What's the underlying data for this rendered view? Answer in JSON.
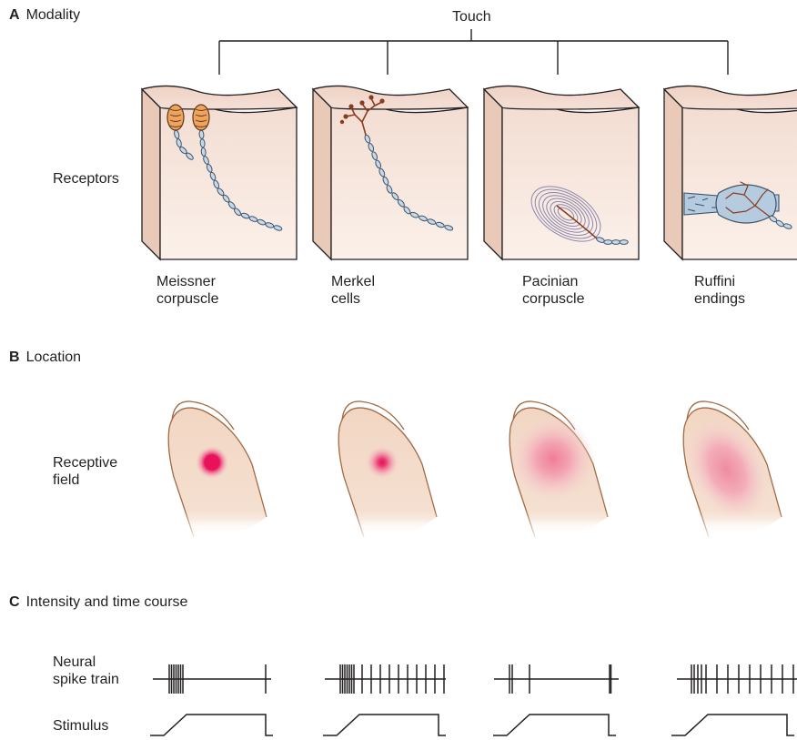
{
  "sections": [
    {
      "letter": "A",
      "title": "Modality"
    },
    {
      "letter": "B",
      "title": "Location"
    },
    {
      "letter": "C",
      "title": "Intensity and time course"
    }
  ],
  "modality": "Touch",
  "row_labels": {
    "receptors": "Receptors",
    "receptive_field": [
      "Receptive",
      "field"
    ],
    "neural_spike_train": [
      "Neural",
      "spike train"
    ],
    "stimulus": "Stimulus"
  },
  "receptors": [
    {
      "name_lines": [
        "Meissner",
        "corpuscle"
      ],
      "icon": "meissner-corpuscle-icon"
    },
    {
      "name_lines": [
        "Merkel",
        "cells"
      ],
      "icon": "merkel-cells-icon"
    },
    {
      "name_lines": [
        "Pacinian",
        "corpuscle"
      ],
      "icon": "pacinian-corpuscle-icon"
    },
    {
      "name_lines": [
        "Ruffini",
        "endings"
      ],
      "icon": "ruffini-endings-icon"
    }
  ],
  "receptive_fields": [
    {
      "size": "small",
      "edge": "sharp"
    },
    {
      "size": "small",
      "edge": "sharp"
    },
    {
      "size": "large",
      "edge": "diffuse"
    },
    {
      "size": "large",
      "edge": "diffuse"
    }
  ],
  "spike_trains": [
    {
      "adaptation": "rapid",
      "onset_spikes": 7,
      "offset_spikes": 1
    },
    {
      "adaptation": "slow",
      "onset_spikes": 7,
      "sustained_spikes": 9
    },
    {
      "adaptation": "rapid",
      "onset_spikes": 2,
      "offset_spikes": 1
    },
    {
      "adaptation": "slow",
      "onset_spikes": 4,
      "sustained_spikes": 7
    }
  ],
  "colors": {
    "skin_top": "#f3ddd2",
    "skin_bottom": "#f9ece4",
    "finger": "#f2d6c3",
    "finger_outline": "#a06a43",
    "field_core": "#e8115a",
    "axon_fill": "#c6d8ea",
    "axon_stroke": "#3f5468",
    "meissner_fill": "#efa35b",
    "merkel": "#8a3d1e",
    "pacinian_rings": "#8a86ad",
    "ruffini_capsule": "#b5cbe0",
    "line": "#231f20"
  }
}
